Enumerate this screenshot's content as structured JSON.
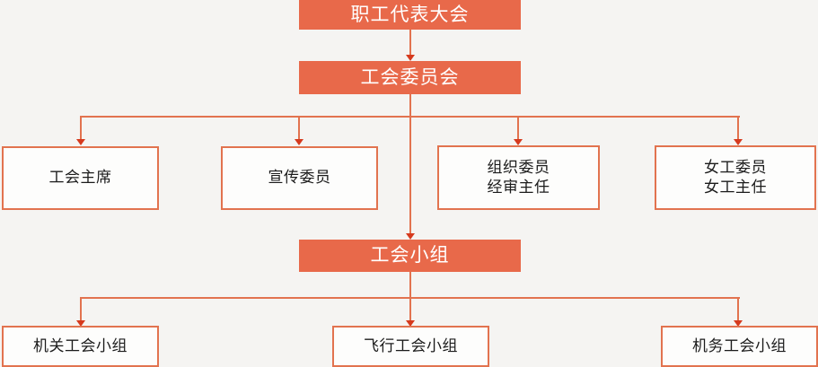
{
  "diagram": {
    "title_node": "职工代表大会",
    "palette": {
      "background": "#f5f4f2",
      "filled_fill": "#e8694a",
      "filled_text": "#ffffff",
      "outline_border": "#e2734f",
      "outline_fill": "#fdfdfc",
      "outline_text": "#1b1b1b",
      "connector": "#e2734f",
      "arrowhead": "#d63a1e"
    },
    "nodes": {
      "congress": {
        "label": "职工代表大会",
        "style": "filled"
      },
      "committee": {
        "label": "工会委员会",
        "style": "filled"
      },
      "chairman": {
        "label": "工会主席",
        "style": "outlined"
      },
      "publicity": {
        "label": "宣传委员",
        "style": "outlined"
      },
      "organization": {
        "line1": "组织委员",
        "line2": "经审主任",
        "style": "outlined"
      },
      "women": {
        "line1": "女工委员",
        "line2": "女工主任",
        "style": "outlined"
      },
      "group": {
        "label": "工会小组",
        "style": "filled"
      },
      "group_admin": {
        "label": "机关工会小组",
        "style": "outlined"
      },
      "group_flight": {
        "label": "飞行工会小组",
        "style": "outlined"
      },
      "group_maintenance": {
        "label": "机务工会小组",
        "style": "outlined"
      }
    }
  }
}
